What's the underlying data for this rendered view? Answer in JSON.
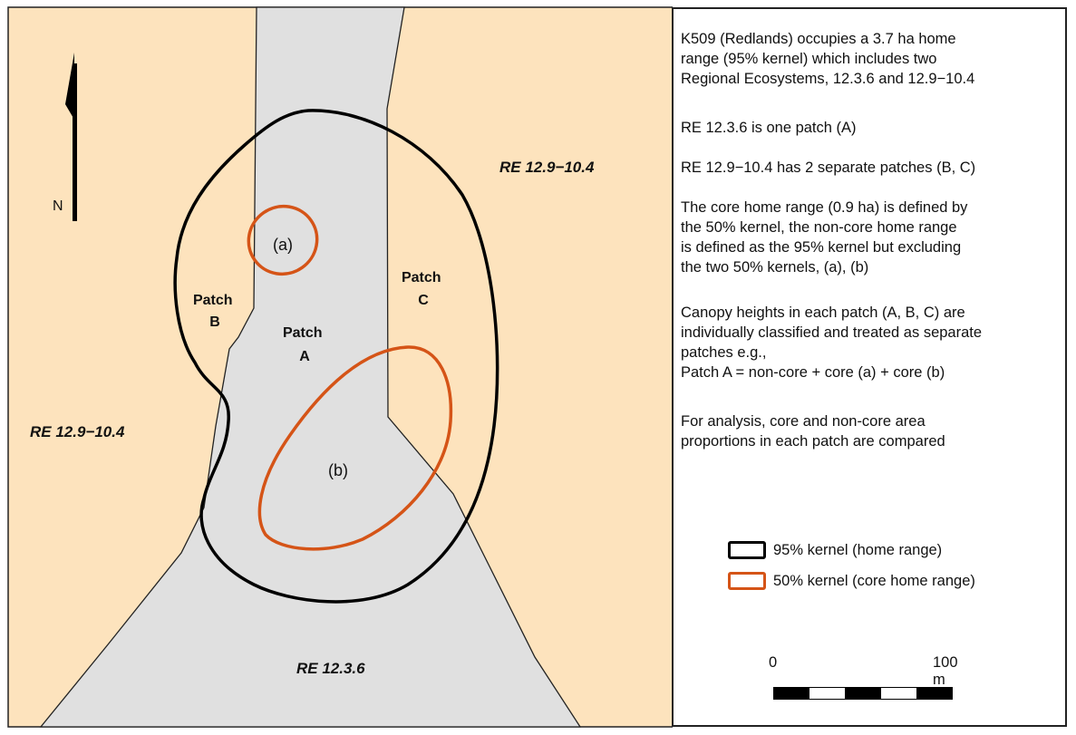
{
  "map": {
    "region_labels": [
      "RE 12.9−10.4",
      "RE 12.9−10.4",
      "RE 12.3.6"
    ],
    "patch_labels": [
      {
        "line1": "Patch",
        "line2": "A"
      },
      {
        "line1": "Patch",
        "line2": "B"
      },
      {
        "line1": "Patch",
        "line2": "C"
      }
    ],
    "kernel_labels": [
      "(a)",
      "(b)"
    ],
    "north_label": "N",
    "colors": {
      "re_12_9_fill": "#fde3bd",
      "re_12_3_6_fill": "#e0e0e0",
      "kernel_95_stroke": "#000000",
      "kernel_50_stroke": "#d55417",
      "boundary_stroke": "#222222"
    }
  },
  "info": {
    "paragraphs": [
      "K509 (Redlands) occupies a 3.7 ha home\nrange (95% kernel) which includes two\nRegional Ecosystems, 12.3.6 and 12.9−10.4",
      "RE 12.3.6 is one patch (A)",
      "RE 12.9−10.4 has 2 separate patches (B, C)",
      "The core home range (0.9 ha) is defined by\nthe 50% kernel, the non-core home range\nis defined as the 95% kernel but excluding\nthe two 50% kernels, (a), (b)",
      "Canopy heights in each patch (A, B, C) are\nindividually classified and treated as separate\npatches e.g.,\nPatch A = non-core + core (a) + core (b)",
      "For analysis, core and non-core area\nproportions in each patch are compared"
    ]
  },
  "legend": {
    "items": [
      {
        "label": "95% kernel (home range)",
        "color": "#000000"
      },
      {
        "label": "50% kernel (core home range)",
        "color": "#d55417"
      }
    ]
  },
  "scale": {
    "start_label": "0",
    "end_label": "100 m"
  }
}
